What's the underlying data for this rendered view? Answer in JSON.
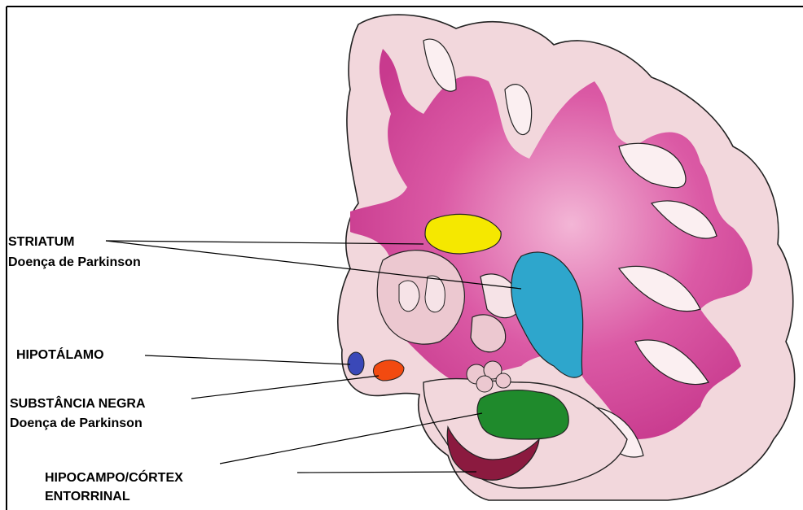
{
  "labels": {
    "striatum": "STRIATUM",
    "striatum_disease": "Doença de Parkinson",
    "hypothalamus": "HIPOTÁLAMO",
    "substantia_nigra": "SUBSTÂNCIA NEGRA",
    "substantia_nigra_disease": "Doença de Parkinson",
    "hippocampus_line1": "HIPOCAMPO/CÓRTEX",
    "hippocampus_line2": "ENTORRINAL"
  },
  "colors": {
    "cortex_gray": "#f2d7dc",
    "white_matter": "#d5489b",
    "striatum_yellow": "#f5e800",
    "putamen_blue": "#2ea6cc",
    "hypothalamus_blue": "#3a48b8",
    "substantia_nigra_orange": "#f24a10",
    "amygdala_green": "#1f8a2c",
    "hippocampus_maroon": "#8b1a3f",
    "thalamus_pale": "#ecc8d0"
  }
}
